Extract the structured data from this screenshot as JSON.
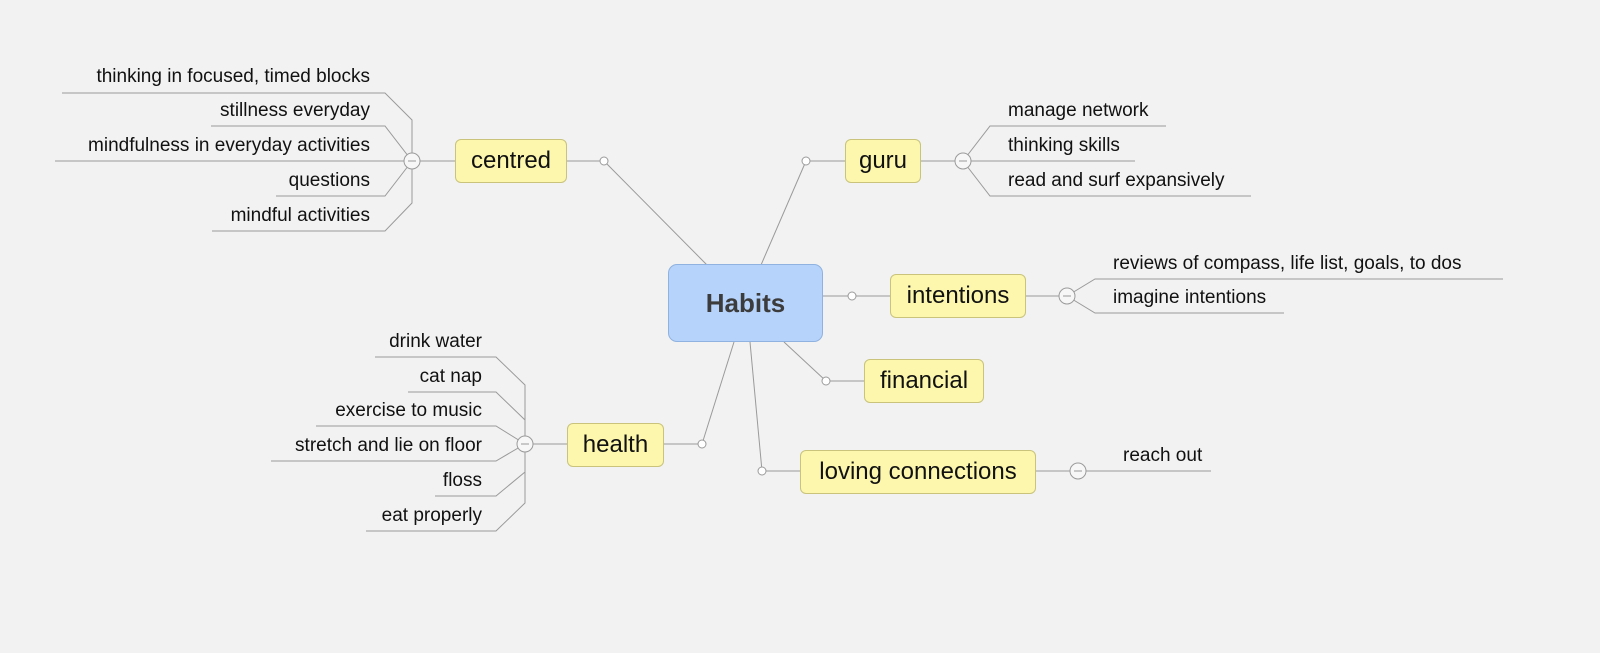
{
  "root": {
    "label": "Habits"
  },
  "branches": {
    "centred": {
      "label": "centred",
      "children": [
        "thinking in focused, timed blocks",
        "stillness everyday",
        "mindfulness in everyday activities",
        "questions",
        "mindful activities"
      ]
    },
    "guru": {
      "label": "guru",
      "children": [
        "manage network",
        "thinking skills",
        "read and surf expansively"
      ]
    },
    "intentions": {
      "label": "intentions",
      "children": [
        "reviews of compass, life list, goals, to dos",
        "imagine intentions"
      ]
    },
    "financial": {
      "label": "financial",
      "children": []
    },
    "health": {
      "label": "health",
      "children": [
        "drink water",
        "cat nap",
        "exercise to music",
        "stretch and lie on floor",
        "floss",
        "eat properly"
      ]
    },
    "loving": {
      "label": "loving connections",
      "children": [
        "reach out"
      ]
    }
  },
  "colors": {
    "background": "#f2f2f2",
    "root_fill": "#b6d3fb",
    "topic_fill": "#fcf7ad",
    "line": "#9a9a9a"
  }
}
